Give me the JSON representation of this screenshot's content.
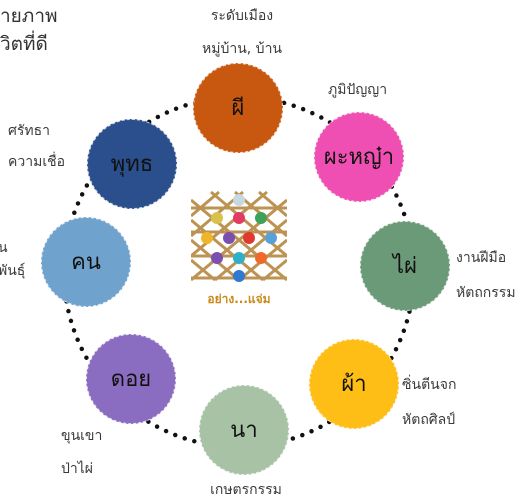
{
  "heading": {
    "line1": "ายภาพ",
    "line2": "วิตที่ดี"
  },
  "nodes": [
    {
      "key": "phi",
      "label": "ผี",
      "color": "#C8580F"
    },
    {
      "key": "phak",
      "label": "ผะหญ๋า",
      "color": "#EF4FB2"
    },
    {
      "key": "phai",
      "label": "ไผ่",
      "color": "#6B9A78"
    },
    {
      "key": "pha",
      "label": "ผ้า",
      "color": "#FEBE16"
    },
    {
      "key": "na",
      "label": "นา",
      "color": "#A8C2A6"
    },
    {
      "key": "doi",
      "label": "ดอย",
      "color": "#8A6CC0"
    },
    {
      "key": "khon",
      "label": "คน",
      "color": "#6FA3CE"
    },
    {
      "key": "phut",
      "label": "พุทธ",
      "color": "#2B4E8C"
    }
  ],
  "captions": {
    "phi": {
      "line1": "ระดับเมือง",
      "line2": "หมู่บ้าน, บ้าน"
    },
    "phak": {
      "line1": "ภูมิปัญญา"
    },
    "phai": {
      "line1": "งานฝีมือ",
      "line2": "หัตถกรรม"
    },
    "pha": {
      "line1": "ซิ่นตีนจก",
      "line2": "หัตถศิลป์"
    },
    "na": {
      "line1": "เกษตรกรรม"
    },
    "doi": {
      "line1": "ขุนเขา",
      "line2": "ป่าไผ่"
    },
    "khon": {
      "line1": "น",
      "line2": "พันธุ์"
    },
    "phut": {
      "line1": "ศรัทธา",
      "line2": "ความเชื่อ"
    }
  },
  "logo": {
    "text": "อย่าง...แจ่ม"
  }
}
